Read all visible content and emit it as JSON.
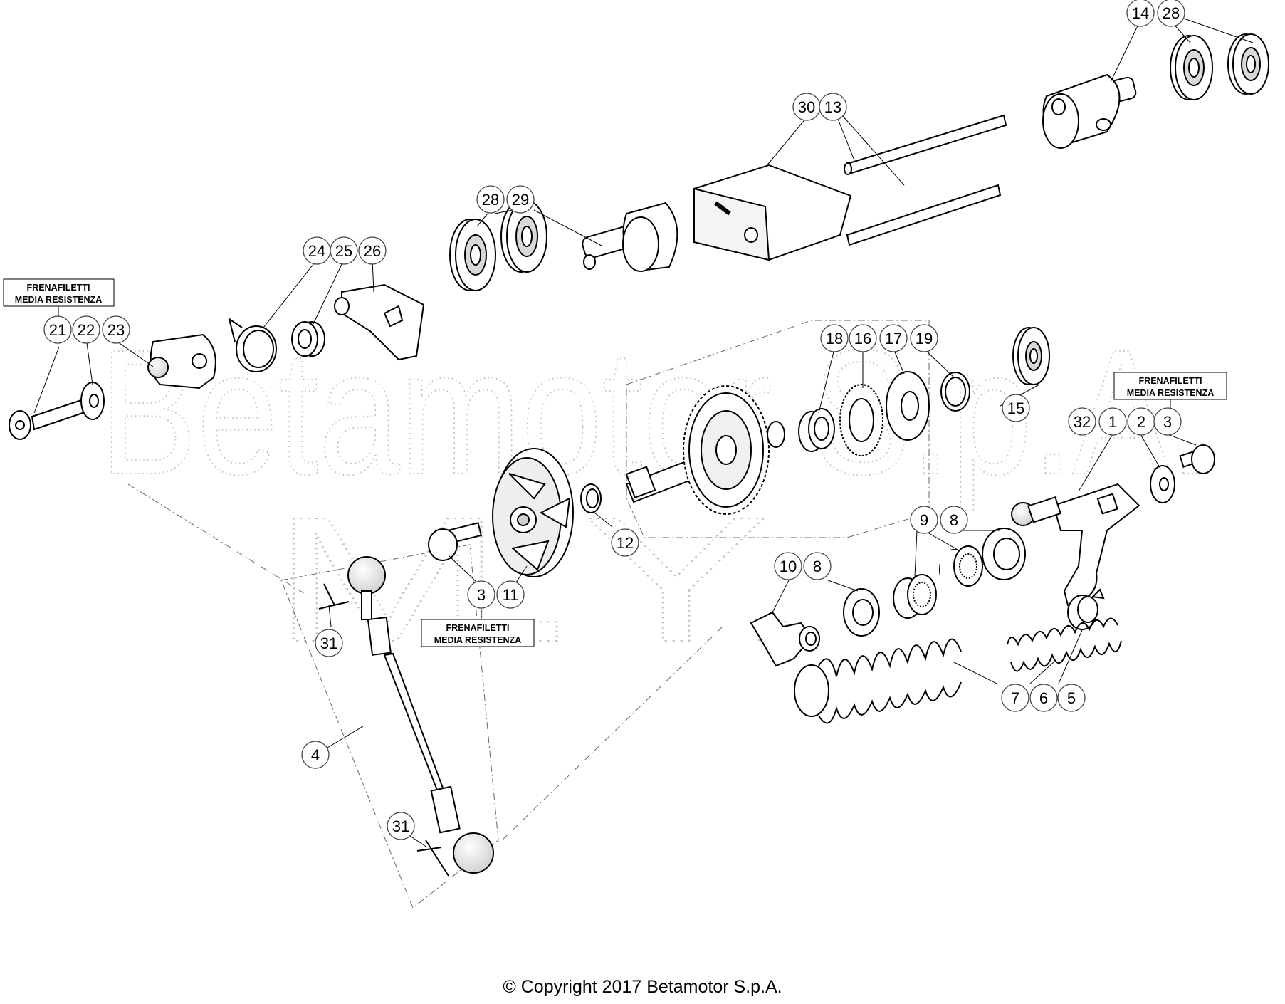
{
  "watermark_lines": [
    "Betamotor S.p.A.",
    "M.Y."
  ],
  "notes": [
    {
      "id": "note-left",
      "line1": "FRENAFILETTI",
      "line2": "MEDIA RESISTENZA"
    },
    {
      "id": "note-right",
      "line1": "FRENAFILETTI",
      "line2": "MEDIA RESISTENZA"
    },
    {
      "id": "note-bottom",
      "line1": "FRENAFILETTI",
      "line2": "MEDIA RESISTENZA"
    }
  ],
  "callouts": [
    "14",
    "28",
    "30",
    "13",
    "28",
    "29",
    "24",
    "25",
    "26",
    "21",
    "22",
    "23",
    "18",
    "16",
    "17",
    "19",
    "15",
    "32",
    "1",
    "2",
    "3",
    "9",
    "8",
    "12",
    "10",
    "8",
    "3",
    "11",
    "31",
    "7",
    "6",
    "5",
    "4",
    "31"
  ],
  "copyright": "© Copyright 2017 Betamotor S.p.A."
}
